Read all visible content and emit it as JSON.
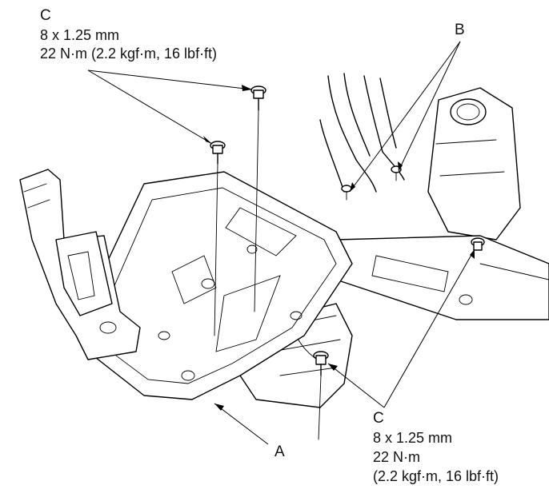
{
  "callouts": {
    "c_top": {
      "letter": "C",
      "size": "8 x 1.25 mm",
      "torque": "22 N·m (2.2 kgf·m, 16 lbf·ft)"
    },
    "b": {
      "letter": "B"
    },
    "c_bottom": {
      "letter": "C",
      "size": "8 x 1.25 mm",
      "torque_line1": "22 N·m",
      "torque_line2": "(2.2 kgf·m, 16 lbf·ft)"
    },
    "a": {
      "letter": "A"
    }
  },
  "colors": {
    "line": "#000000",
    "background": "#ffffff"
  }
}
